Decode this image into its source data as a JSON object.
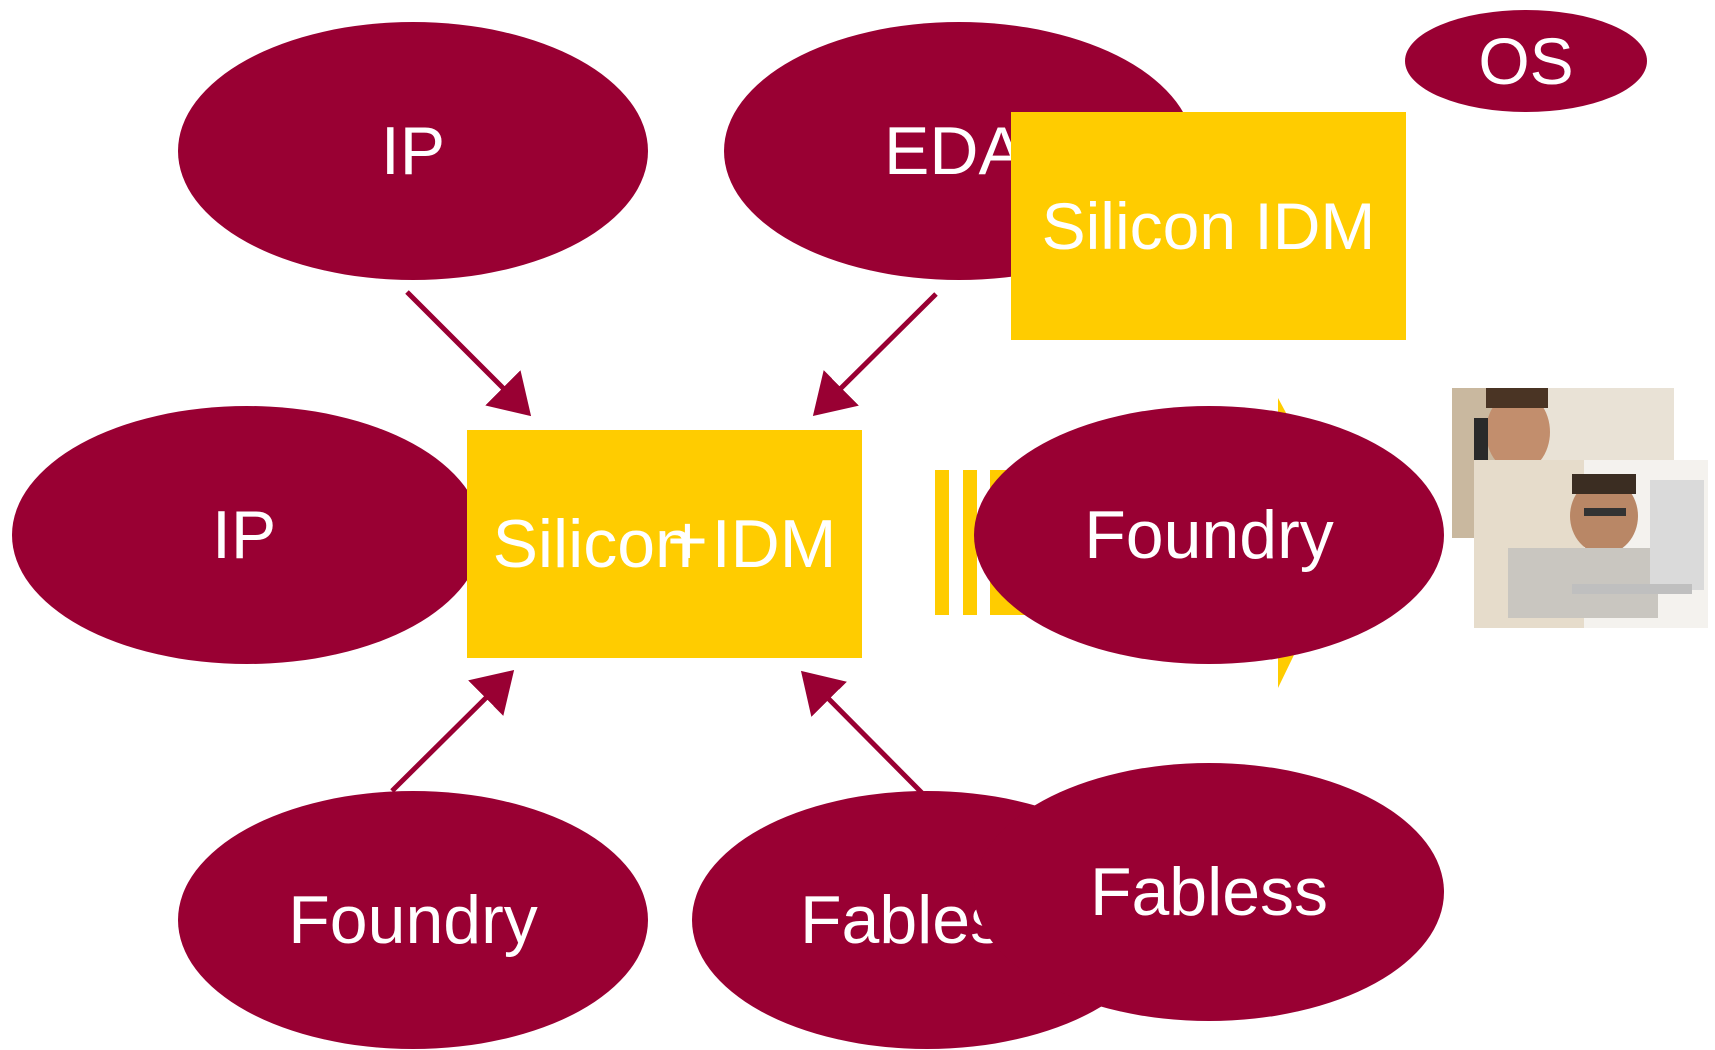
{
  "colors": {
    "oval": "#990033",
    "box": "#ffcc00",
    "text": "#ffffff",
    "arrow": "#990033"
  },
  "nodes": {
    "ip_top": "IP",
    "eda": "EDA",
    "os": "OS",
    "silicon_idm_top": "Silicon IDM",
    "ip_left": "IP",
    "silicon_idm_center": "Silicon IDM",
    "center_plus": "+",
    "foundry_right": "Foundry",
    "foundry_bottom": "Foundry",
    "fabless_bottom": "Fabless",
    "fabless_right": "Fabless"
  },
  "photo": {
    "subject": "two businessmen at laptop"
  },
  "icons": {
    "photo_icon": "people-photo"
  }
}
